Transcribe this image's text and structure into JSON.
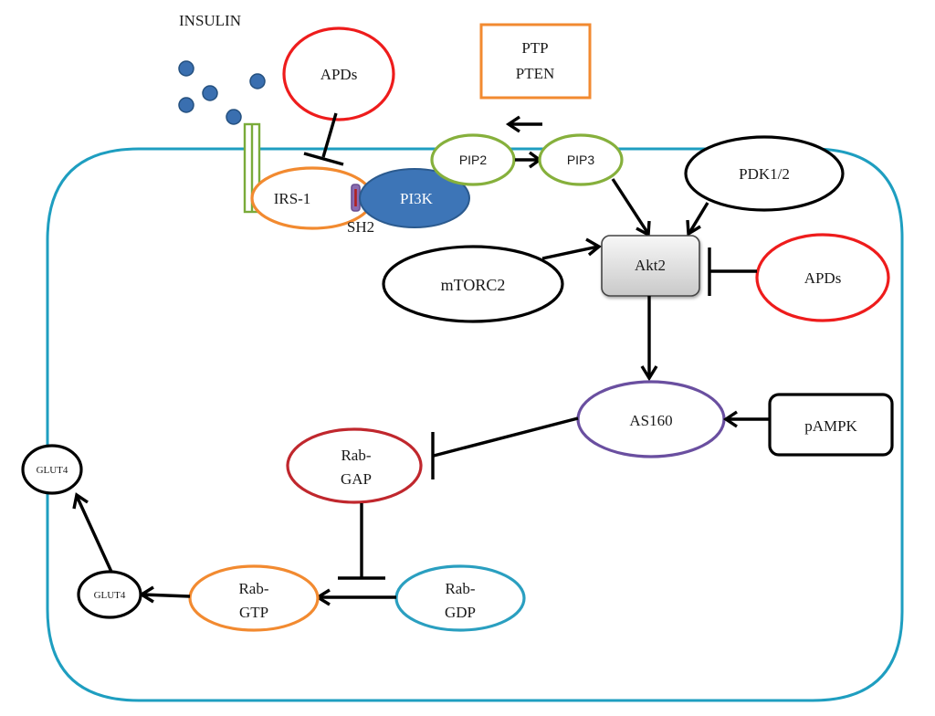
{
  "diagram": {
    "title": "Insulin signaling pathway and GLUT4 translocation",
    "colors": {
      "membrane": "#1e9ec0",
      "receptor": "#7aab3a",
      "insulin_dot": "#3a6fb0",
      "insulin_dot_stroke": "#24507f",
      "apds": "#ee1c1c",
      "pten_box": "#f28a30",
      "irs1": "#f28a30",
      "pi3k_fill": "#3d75b7",
      "pi3k_stroke": "#2b5a8e",
      "sh2_fill": "#8a6bb0",
      "sh2_core": "#b02020",
      "pip": "#86b03c",
      "black": "#000000",
      "akt2_top": "#f7f7f7",
      "akt2_bottom": "#c9c9c9",
      "as160": "#6a4fa0",
      "rabgap": "#c0272d",
      "rabgtp": "#f28a30",
      "rabgdp": "#2a9fc0"
    },
    "labels": {
      "insulin": "INSULIN",
      "apds_top": "APDs",
      "ptp": "PTP",
      "pten": "PTEN",
      "irs1": "IRS-1",
      "pi3k": "PI3K",
      "sh2": "SH2",
      "pip2": "PIP2",
      "pip3": "PIP3",
      "pdk": "PDK1/2",
      "akt2": "Akt2",
      "mtorc2": "mTORC2",
      "apds_right": "APDs",
      "as160": "AS160",
      "pampk": "pAMPK",
      "rabgap_line1": "Rab-",
      "rabgap_line2": "GAP",
      "rabgtp_line1": "Rab-",
      "rabgtp_line2": "GTP",
      "rabgdp_line1": "Rab-",
      "rabgdp_line2": "GDP",
      "glut4_membrane": "GLUT4",
      "glut4_vesicle": "GLUT4"
    },
    "interactions": [
      {
        "from": "APDs",
        "to": "IRS-1",
        "type": "inhibits"
      },
      {
        "from": "PTP/PTEN",
        "to": "PIP2",
        "type": "activates"
      },
      {
        "from": "PIP2",
        "to": "PIP3",
        "type": "activates"
      },
      {
        "from": "PIP3",
        "to": "Akt2",
        "type": "activates"
      },
      {
        "from": "PDK1/2",
        "to": "Akt2",
        "type": "activates"
      },
      {
        "from": "mTORC2",
        "to": "Akt2",
        "type": "activates"
      },
      {
        "from": "APDs",
        "to": "Akt2",
        "type": "inhibits"
      },
      {
        "from": "Akt2",
        "to": "AS160",
        "type": "activates"
      },
      {
        "from": "pAMPK",
        "to": "AS160",
        "type": "activates"
      },
      {
        "from": "AS160",
        "to": "Rab-GAP",
        "type": "inhibits"
      },
      {
        "from": "Rab-GAP",
        "to": "Rab-GDP→Rab-GTP",
        "type": "inhibits"
      },
      {
        "from": "Rab-GDP",
        "to": "Rab-GTP",
        "type": "activates"
      },
      {
        "from": "Rab-GTP",
        "to": "GLUT4 (vesicle)",
        "type": "activates"
      },
      {
        "from": "GLUT4 (vesicle)",
        "to": "GLUT4 (membrane)",
        "type": "activates"
      }
    ]
  }
}
